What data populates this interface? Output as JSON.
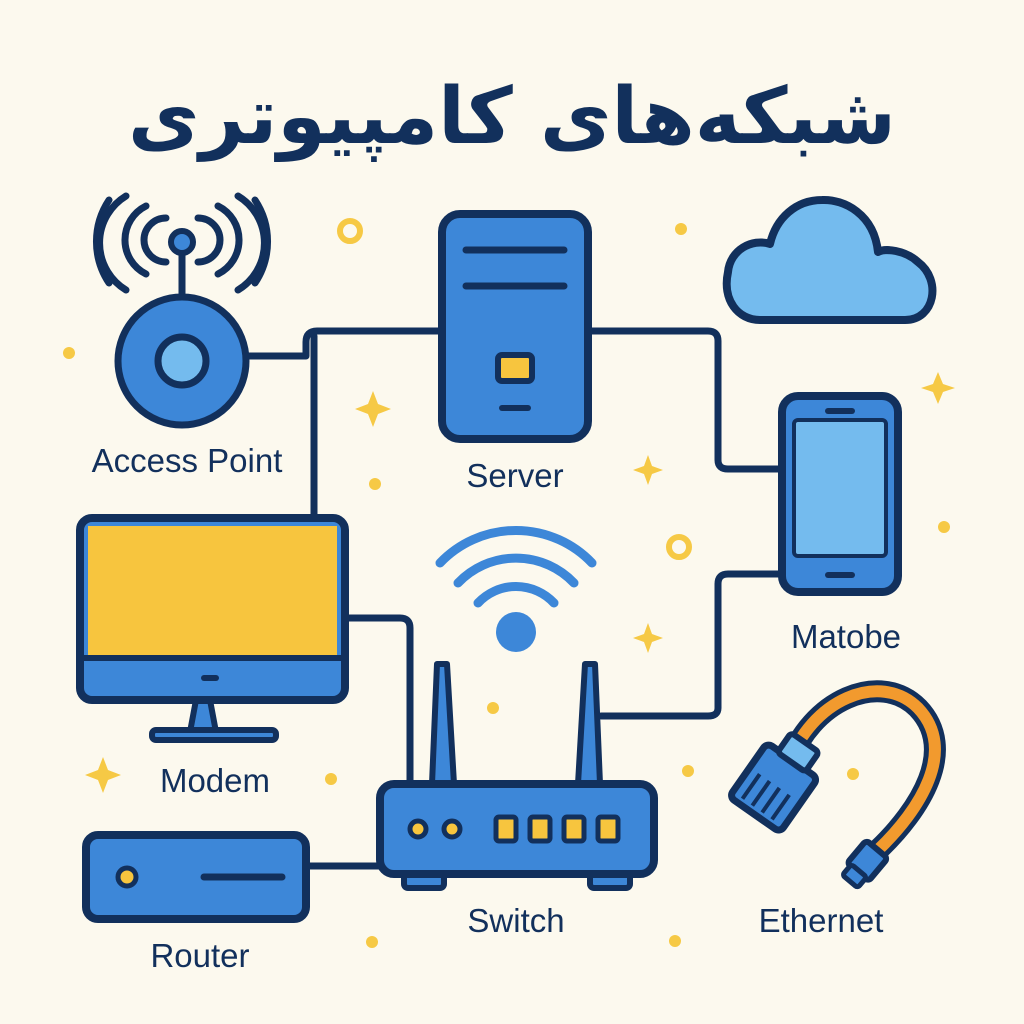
{
  "title": "شبکه‌های کامپیوتری",
  "labels": {
    "access_point": "Access Point",
    "server": "Server",
    "mobile": "Matobe",
    "modem": "Modem",
    "switch": "Switch",
    "router": "Router",
    "ethernet": "Ethernet"
  },
  "colors": {
    "background": "#fcf9ee",
    "outline": "#12305c",
    "blue": "#3d87d8",
    "light_blue": "#74bbee",
    "yellow": "#f7c53e",
    "orange": "#f29a2e",
    "sparkle": "#f6c945"
  },
  "icons": [
    "access-point-icon",
    "server-icon",
    "cloud-icon",
    "mobile-phone-icon",
    "monitor-icon",
    "wifi-icon",
    "switch-icon",
    "router-icon",
    "ethernet-cable-icon"
  ]
}
